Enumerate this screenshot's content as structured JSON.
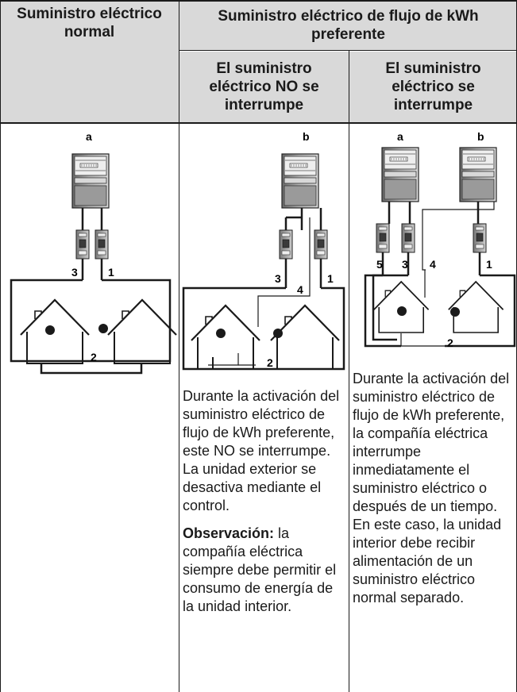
{
  "header": {
    "col1": "Suministro eléctrico normal",
    "group": "Suministro eléctrico de flujo de kWh preferente",
    "col2": "El suministro eléctrico NO se interrumpe",
    "col3": "El suministro eléctrico se interrumpe"
  },
  "diagrams": {
    "col1": {
      "meter_label": "a",
      "n1": "1",
      "n2": "2",
      "n3": "3"
    },
    "col2": {
      "meter_label": "b",
      "n1": "1",
      "n2": "2",
      "n3": "3",
      "n4": "4"
    },
    "col3": {
      "meter_a_label": "a",
      "meter_b_label": "b",
      "n1": "1",
      "n2": "2",
      "n3": "3",
      "n4": "4",
      "n5": "5"
    }
  },
  "body": {
    "col2_text": "Durante la activación del suministro eléctrico de flujo de kWh preferente, este NO se interrumpe. La unidad exterior se desactiva mediante el control.",
    "col2_note_label": "Observación:",
    "col2_note_text": " la compañía eléctrica siempre debe permitir el consumo de energía de la unidad interior.",
    "col3_text": "Durante la activación del suministro eléctrico de flujo de kWh preferente, la compañía eléctrica interrumpe inmediatamente el suministro eléctrico o después de un tiempo. En este caso, la unidad interior debe recibir alimentación de un suministro eléctrico normal separado."
  }
}
